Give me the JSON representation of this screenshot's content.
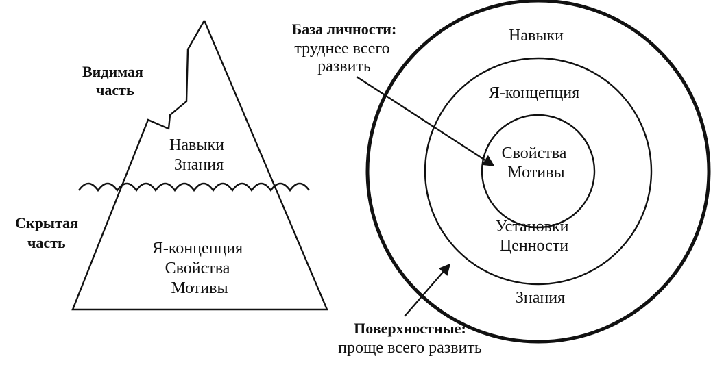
{
  "iceberg": {
    "visible_label": [
      "Видимая",
      "часть"
    ],
    "hidden_label": [
      "Скрытая",
      "часть"
    ],
    "above_water": [
      "Навыки",
      "Знания"
    ],
    "below_water": [
      "Я-концепция",
      "Свойства",
      "Мотивы"
    ]
  },
  "circles": {
    "outer": "Навыки",
    "middle": "Я-концепция",
    "inner": [
      "Свойства",
      "Мотивы"
    ],
    "middle_lower": [
      "Установки",
      "Ценности"
    ],
    "outer_lower": "Знания"
  },
  "callouts": {
    "core": [
      "База личности:",
      "труднее всего",
      "развить"
    ],
    "surface": [
      "Поверхностные:",
      "проще всего развить"
    ]
  }
}
